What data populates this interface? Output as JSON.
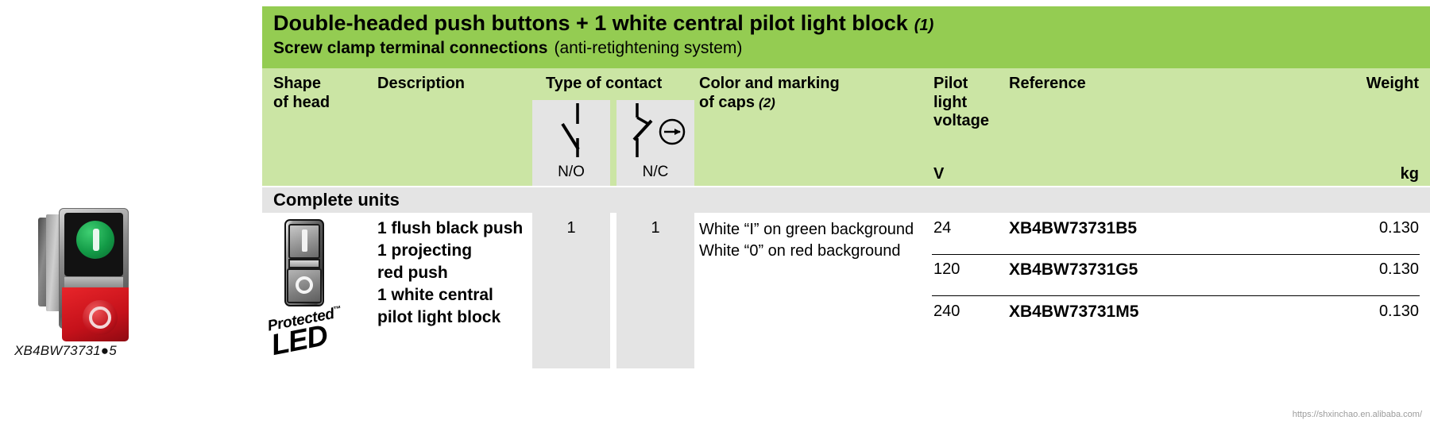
{
  "product": {
    "caption": "XB4BW73731●5",
    "photo_alt": "double-headed push button green I red O"
  },
  "title": {
    "main": "Double-headed push buttons + 1 white central pilot light block",
    "main_note": "(1)",
    "sub_bold": "Screw clamp terminal connections",
    "sub_normal": "(anti-retightening system)"
  },
  "header": {
    "shape_of_head": "Shape\nof head",
    "shape_line1": "Shape",
    "shape_line2": "of head",
    "description": "Description",
    "type_of_contact": "Type of contact",
    "color_marking_line1": "Color and marking",
    "color_marking_line2": "of caps",
    "color_marking_note": "(2)",
    "pilot_line1": "Pilot",
    "pilot_line2": "light",
    "pilot_line3": "voltage",
    "reference": "Reference",
    "weight": "Weight",
    "no_label": "N/O",
    "nc_label": "N/C",
    "unit_voltage": "V",
    "unit_weight": "kg"
  },
  "section": {
    "label": "Complete units"
  },
  "body": {
    "description_lines": [
      "1 flush black push",
      "1 projecting",
      "red push",
      "1 white central",
      "pilot light block"
    ],
    "no_count": "1",
    "nc_count": "1",
    "caps_lines": [
      "White “I” on green background",
      "White “0” on red background"
    ],
    "led_badge_top": "Protected",
    "led_badge_tm": "™",
    "led_badge_word": "LED",
    "rows": [
      {
        "voltage": "24",
        "reference": "XB4BW73731B5",
        "weight": "0.130"
      },
      {
        "voltage": "120",
        "reference": "XB4BW73731G5",
        "weight": "0.130"
      },
      {
        "voltage": "240",
        "reference": "XB4BW73731M5",
        "weight": "0.130"
      }
    ]
  },
  "watermark": "https://shxinchao.en.alibaba.com/",
  "colors": {
    "title_band": "#94cc52",
    "header_band": "#cbe5a4",
    "grey_cell": "#e4e4e4",
    "text": "#000000"
  }
}
